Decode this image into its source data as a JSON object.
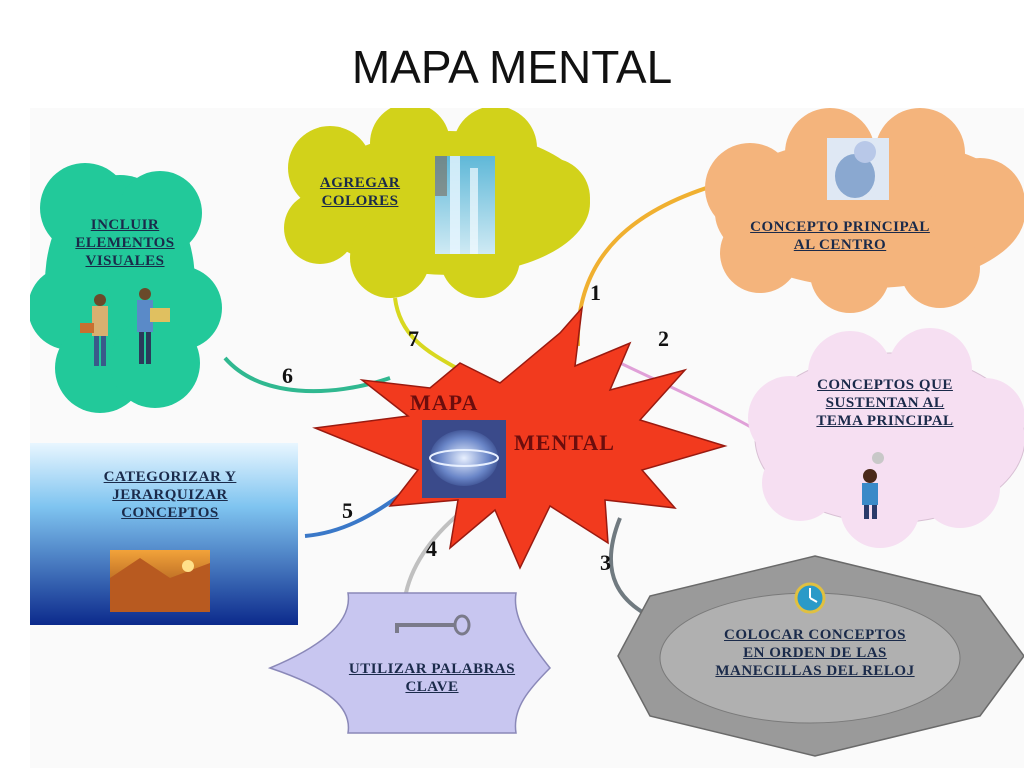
{
  "title": "MAPA MENTAL",
  "center": {
    "line1": "MAPA",
    "line2": "MENTAL"
  },
  "nodes": [
    {
      "num": "1",
      "lines": [
        "CONCEPTO PRINCIPAL",
        "AL CENTRO"
      ],
      "color": "#f4b47c"
    },
    {
      "num": "2",
      "lines": [
        "CONCEPTOS QUE",
        "SUSTENTAN AL",
        "TEMA PRINCIPAL"
      ],
      "color": "#f6dff2"
    },
    {
      "num": "3",
      "lines": [
        "COLOCAR CONCEPTOS",
        "EN ORDEN DE LAS",
        "MANECILLAS DEL RELOJ"
      ],
      "color": "#a8a8a8"
    },
    {
      "num": "4",
      "lines": [
        "UTILIZAR PALABRAS",
        "CLAVE"
      ],
      "color": "#c8c6f0"
    },
    {
      "num": "5",
      "lines": [
        "CATEGORIZAR Y",
        "JERARQUIZAR",
        "CONCEPTOS"
      ],
      "color": "#2a5db0"
    },
    {
      "num": "6",
      "lines": [
        "INCLUIR",
        "ELEMENTOS",
        "VISUALES"
      ],
      "color": "#22c99a"
    },
    {
      "num": "7",
      "lines": [
        "AGREGAR",
        "COLORES"
      ],
      "color": "#d2d21a"
    }
  ],
  "colors": {
    "star": "#f23a1e",
    "star_stroke": "#9a1a10"
  }
}
